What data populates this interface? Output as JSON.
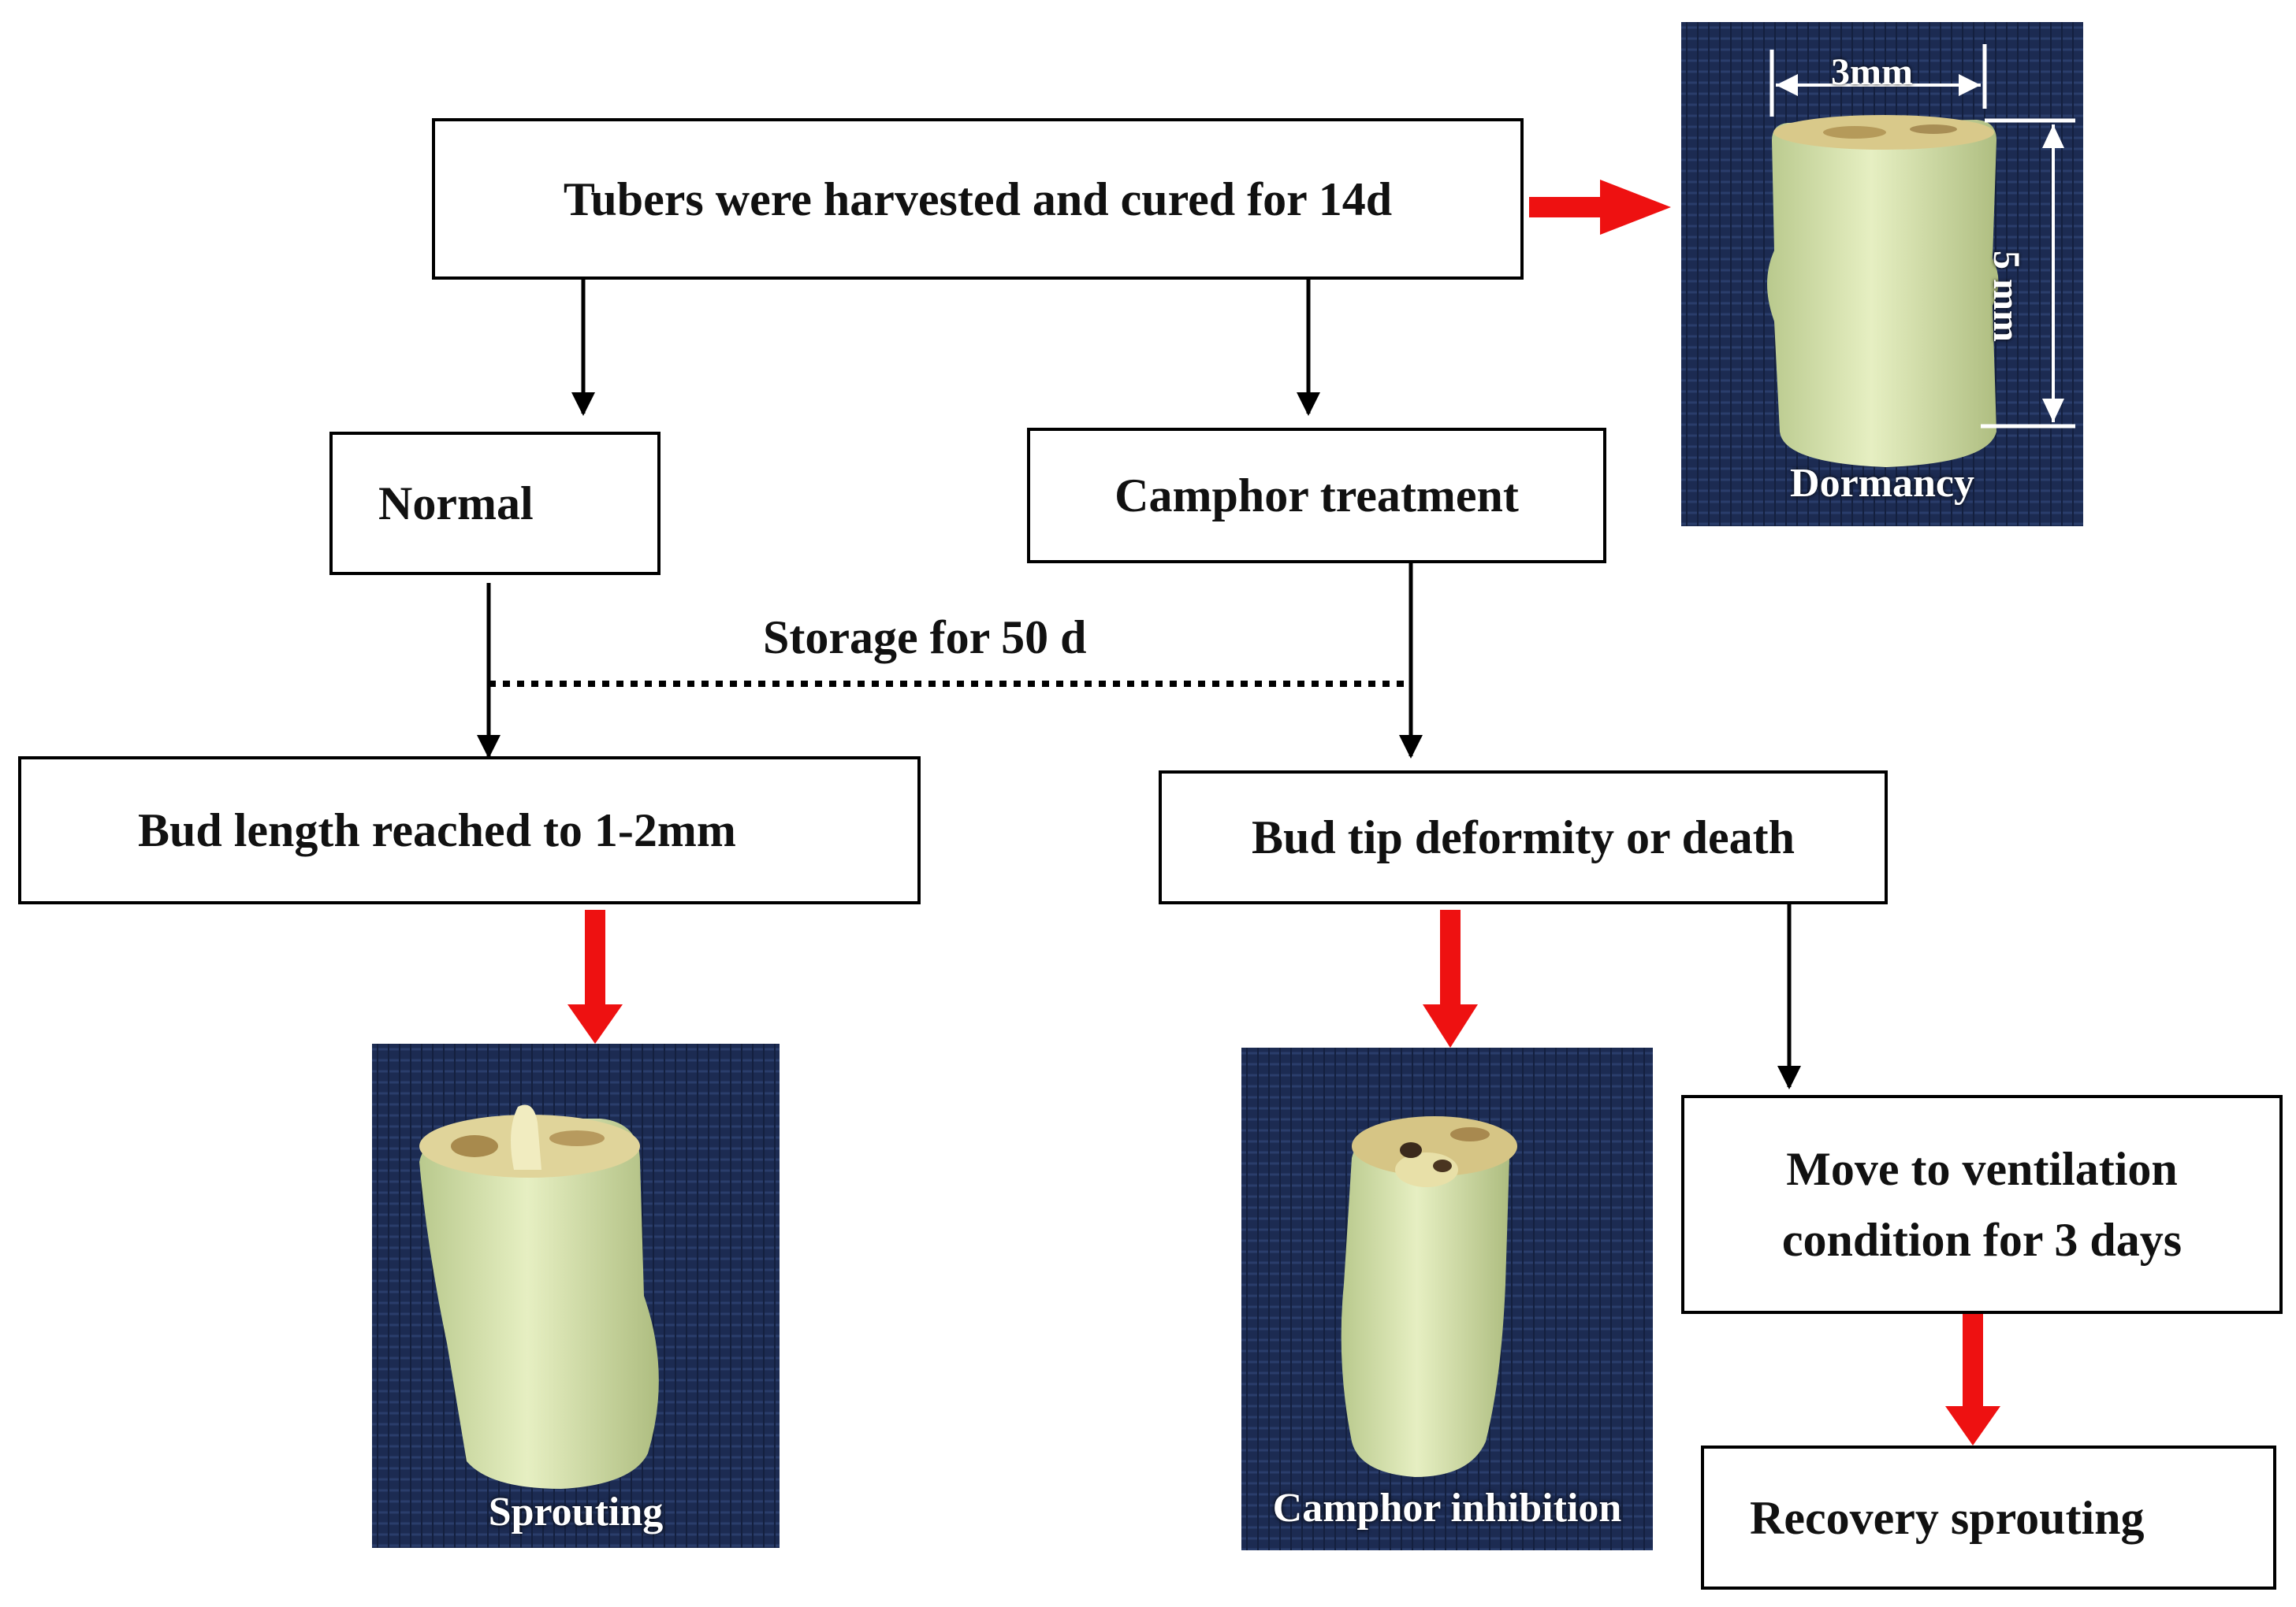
{
  "boxes": {
    "harvest": "Tubers were harvested and cured for 14d",
    "normal": "Normal",
    "camphor_treatment": "Camphor treatment",
    "bud_length": "Bud length reached to 1-2mm",
    "bud_tip": "Bud tip deformity or death",
    "ventilation_line1": "Move to ventilation",
    "ventilation_line2": "condition for 3 days",
    "recovery": "Recovery sprouting"
  },
  "storage_label": "Storage for 50 d",
  "photos": {
    "dormancy": {
      "caption": "Dormancy",
      "width_label": "3mm",
      "height_label": "5 mm"
    },
    "sprouting": {
      "caption": "Sprouting"
    },
    "camphor_inhibition": {
      "caption": "Camphor inhibition"
    }
  },
  "colors": {
    "red_arrow": "#ee1111",
    "black_arrow": "#000000",
    "photo_background": "#1c2b52",
    "tuber": "#dce8b4"
  }
}
